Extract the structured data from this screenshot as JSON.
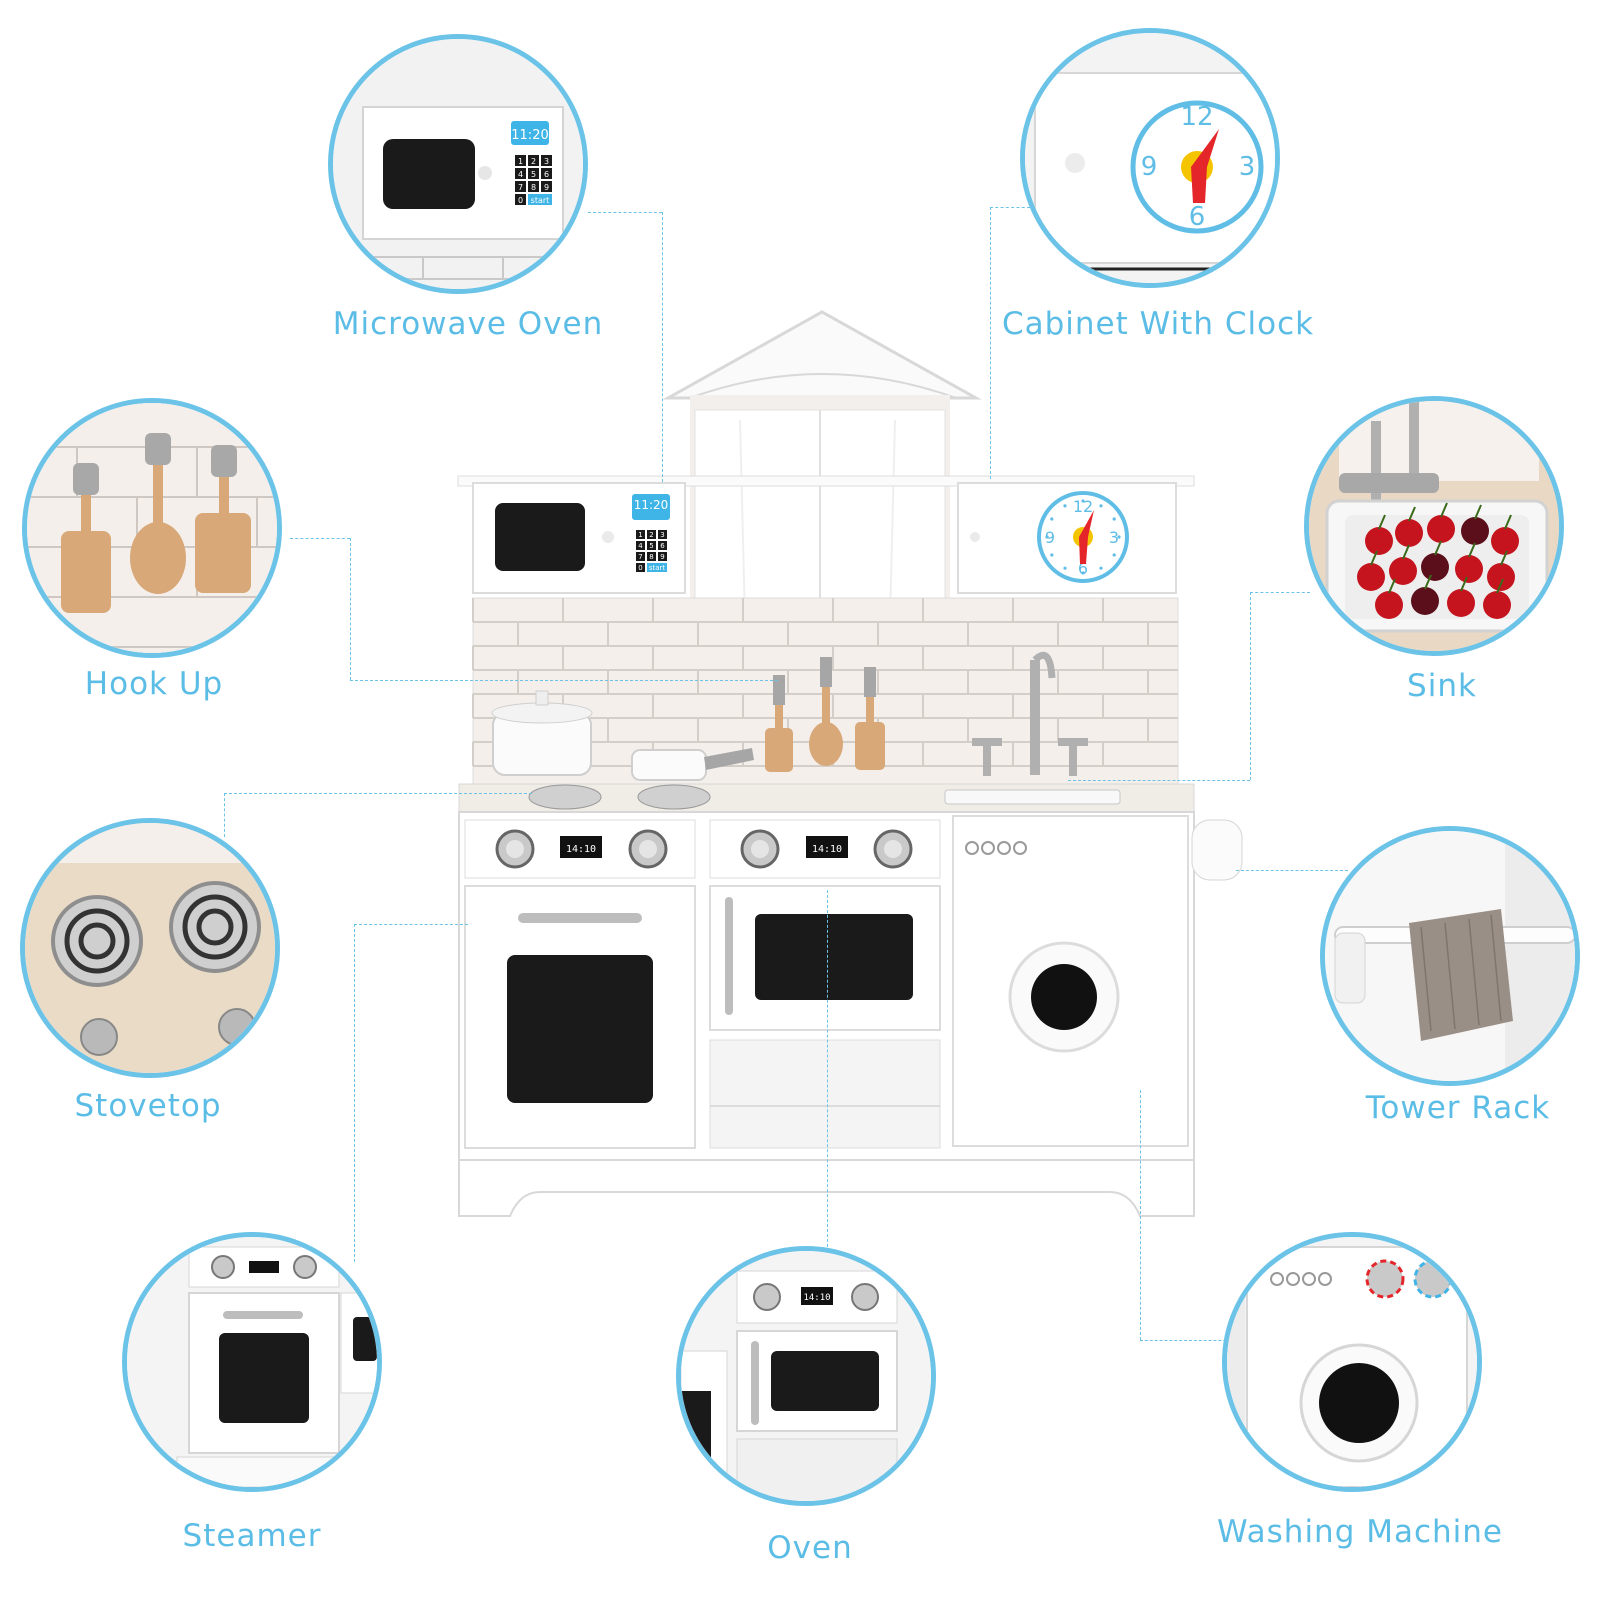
{
  "callouts": {
    "microwave_oven": "Microwave Oven",
    "cabinet_with_clock": "Cabinet With Clock",
    "hook_up": "Hook Up",
    "sink": "Sink",
    "stovetop": "Stovetop",
    "tower_rack": "Tower Rack",
    "steamer": "Steamer",
    "oven": "Oven",
    "washing_machine": "Washing Machine"
  },
  "microwave_display": "11:20",
  "keypad": [
    "1",
    "2",
    "3",
    "4",
    "5",
    "6",
    "7",
    "8",
    "9",
    "0",
    "start"
  ],
  "oven_display_left": "14:10",
  "oven_display_right": "14:10",
  "clock_numbers": [
    "12",
    "3",
    "6",
    "9"
  ],
  "colors": {
    "accent": "#6cc3e8",
    "label": "#5bbde6",
    "cabinet": "#ffffff",
    "door_panel": "#1a1a1a",
    "clock_hand": "#e4262a",
    "clock_center": "#f5c400",
    "wood": "#d8a878"
  }
}
